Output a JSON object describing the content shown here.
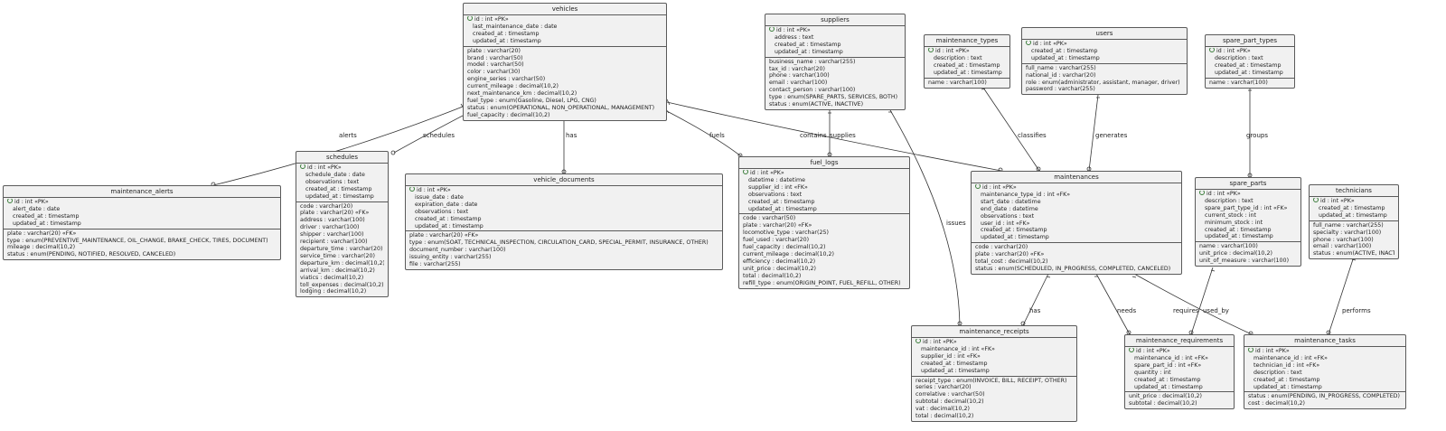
{
  "entities": [
    {
      "id": "vehicles",
      "title": "vehicles",
      "key_rows": [
        "id : int «PK»",
        "last_maintenance_date : date",
        "created_at : timestamp",
        "updated_at : timestamp"
      ],
      "rows": [
        "plate : varchar(20)",
        "brand : varchar(50)",
        "model : varchar(50)",
        "color : varchar(30)",
        "engine_series : varchar(50)",
        "current_mileage : decimal(10,2)",
        "next_maintenance_km : decimal(10,2)",
        "fuel_type : enum(Gasoline, Diesel, LPG, CNG)",
        "status : enum(OPERATIONAL, NON_OPERATIONAL, MANAGEMENT)",
        "fuel_capacity : decimal(10,2)"
      ]
    },
    {
      "id": "suppliers",
      "title": "suppliers",
      "key_rows": [
        "id : int «PK»",
        "address : text",
        "created_at : timestamp",
        "updated_at : timestamp"
      ],
      "rows": [
        "business_name : varchar(255)",
        "tax_id : varchar(20)",
        "phone : varchar(100)",
        "email : varchar(100)",
        "contact_person : varchar(100)",
        "type : enum(SPARE_PARTS, SERVICES, BOTH)",
        "status : enum(ACTIVE, INACTIVE)"
      ]
    },
    {
      "id": "maintenance_types",
      "title": "maintenance_types",
      "key_rows": [
        "id : int «PK»",
        "description : text",
        "created_at : timestamp",
        "updated_at : timestamp"
      ],
      "rows": [
        "name : varchar(100)"
      ]
    },
    {
      "id": "users",
      "title": "users",
      "key_rows": [
        "id : int «PK»",
        "created_at : timestamp",
        "updated_at : timestamp"
      ],
      "rows": [
        "full_name : varchar(255)",
        "national_id : varchar(20)",
        "role : enum(administrator, assistant, manager, driver)",
        "password : varchar(255)"
      ]
    },
    {
      "id": "spare_part_types",
      "title": "spare_part_types",
      "key_rows": [
        "id : int «PK»",
        "description : text",
        "created_at : timestamp",
        "updated_at : timestamp"
      ],
      "rows": [
        "name : varchar(100)"
      ]
    },
    {
      "id": "maintenance_alerts",
      "title": "maintenance_alerts",
      "key_rows": [
        "id : int «PK»",
        "alert_date : date",
        "created_at : timestamp",
        "updated_at : timestamp"
      ],
      "rows": [
        "plate : varchar(20) «FK»",
        "type : enum(PREVENTIVE_MAINTENANCE, OIL_CHANGE, BRAKE_CHECK, TIRES, DOCUMENT)",
        "mileage : decimal(10,2)",
        "status : enum(PENDING, NOTIFIED, RESOLVED, CANCELED)"
      ]
    },
    {
      "id": "schedules",
      "title": "schedules",
      "key_rows": [
        "id : int «PK»",
        "schedule_date : date",
        "observations : text",
        "created_at : timestamp",
        "updated_at : timestamp"
      ],
      "rows": [
        "code : varchar(20)",
        "plate : varchar(20) «FK»",
        "address : varchar(100)",
        "driver : varchar(100)",
        "shipper : varchar(100)",
        "recipient : varchar(100)",
        "departure_time : varchar(20)",
        "service_time : varchar(20)",
        "departure_km : decimal(10,2)",
        "arrival_km : decimal(10,2)",
        "viatics : decimal(10,2)",
        "toll_expenses : decimal(10,2)",
        "lodging : decimal(10,2)"
      ]
    },
    {
      "id": "vehicle_documents",
      "title": "vehicle_documents",
      "key_rows": [
        "id : int «PK»",
        "issue_date : date",
        "expiration_date : date",
        "observations : text",
        "created_at : timestamp",
        "updated_at : timestamp"
      ],
      "rows": [
        "plate : varchar(20) «FK»",
        "type : enum(SOAT, TECHNICAL_INSPECTION, CIRCULATION_CARD, SPECIAL_PERMIT, INSURANCE, OTHER)",
        "document_number : varchar(100)",
        "issuing_entity : varchar(255)",
        "file : varchar(255)"
      ]
    },
    {
      "id": "fuel_logs",
      "title": "fuel_logs",
      "key_rows": [
        "id : int «PK»",
        "datetime : datetime",
        "supplier_id : int «FK»",
        "observations : text",
        "created_at : timestamp",
        "updated_at : timestamp"
      ],
      "rows": [
        "code : varchar(50)",
        "plate : varchar(20) «FK»",
        "locomotive_type : varchar(25)",
        "fuel_used : varchar(20)",
        "fuel_capacity : decimal(10,2)",
        "current_mileage : decimal(10,2)",
        "efficiency : decimal(10,2)",
        "unit_price : decimal(10,2)",
        "total : decimal(10,2)",
        "refill_type : enum(ORIGIN_POINT, FUEL_REFILL, OTHER)"
      ]
    },
    {
      "id": "maintenances",
      "title": "maintenances",
      "key_rows": [
        "id : int «PK»",
        "maintenance_type_id : int «FK»",
        "start_date : datetime",
        "end_date : datetime",
        "observations : text",
        "user_id : int «FK»",
        "created_at : timestamp",
        "updated_at : timestamp"
      ],
      "rows": [
        "code : varchar(20)",
        "plate : varchar(20) «FK»",
        "total_cost : decimal(10,2)",
        "status : enum(SCHEDULED, IN_PROGRESS, COMPLETED, CANCELED)"
      ]
    },
    {
      "id": "spare_parts",
      "title": "spare_parts",
      "key_rows": [
        "id : int «PK»",
        "description : text",
        "spare_part_type_id : int «FK»",
        "current_stock : int",
        "minimum_stock : int",
        "created_at : timestamp",
        "updated_at : timestamp"
      ],
      "rows": [
        "name : varchar(100)",
        "unit_price : decimal(10,2)",
        "unit_of_measure : varchar(100)"
      ]
    },
    {
      "id": "technicians",
      "title": "technicians",
      "key_rows": [
        "id : int «PK»",
        "created_at : timestamp",
        "updated_at : timestamp"
      ],
      "rows": [
        "full_name : varchar(255)",
        "specialty : varchar(100)",
        "phone : varchar(100)",
        "email : varchar(100)",
        "status : enum(ACTIVE, INACTIVE)"
      ]
    },
    {
      "id": "maintenance_receipts",
      "title": "maintenance_receipts",
      "key_rows": [
        "id : int «PK»",
        "maintenance_id : int «FK»",
        "supplier_id : int «FK»",
        "created_at : timestamp",
        "updated_at : timestamp"
      ],
      "rows": [
        "receipt_type : enum(INVOICE, BILL, RECEIPT, OTHER)",
        "series : varchar(20)",
        "correlative : varchar(50)",
        "subtotal : decimal(10,2)",
        "vat : decimal(10,2)",
        "total : decimal(10,2)"
      ]
    },
    {
      "id": "maintenance_requirements",
      "title": "maintenance_requirements",
      "key_rows": [
        "id : int «PK»",
        "maintenance_id : int «FK»",
        "spare_part_id : int «FK»",
        "quantity : int",
        "created_at : timestamp",
        "updated_at : timestamp"
      ],
      "rows": [
        "unit_price : decimal(10,2)",
        "subtotal : decimal(10,2)"
      ]
    },
    {
      "id": "maintenance_tasks",
      "title": "maintenance_tasks",
      "key_rows": [
        "id : int «PK»",
        "maintenance_id : int «FK»",
        "technician_id : int «FK»",
        "description : text",
        "created_at : timestamp",
        "updated_at : timestamp"
      ],
      "rows": [
        "status : enum(PENDING, IN_PROGRESS, COMPLETED)",
        "cost : decimal(10,2)"
      ]
    }
  ],
  "relationships": [
    {
      "id": "alerts",
      "label": "alerts"
    },
    {
      "id": "schedules",
      "label": "schedules"
    },
    {
      "id": "has_docs",
      "label": "has"
    },
    {
      "id": "fuels",
      "label": "fuels"
    },
    {
      "id": "contains",
      "label": "contains"
    },
    {
      "id": "supplies",
      "label": "supplies"
    },
    {
      "id": "issues",
      "label": "issues"
    },
    {
      "id": "classifies",
      "label": "classifies"
    },
    {
      "id": "generates",
      "label": "generates"
    },
    {
      "id": "groups",
      "label": "groups"
    },
    {
      "id": "has_receipts",
      "label": "has"
    },
    {
      "id": "needs",
      "label": "needs"
    },
    {
      "id": "requires",
      "label": "requires"
    },
    {
      "id": "used_by",
      "label": "used_by"
    },
    {
      "id": "performs",
      "label": "performs"
    }
  ]
}
